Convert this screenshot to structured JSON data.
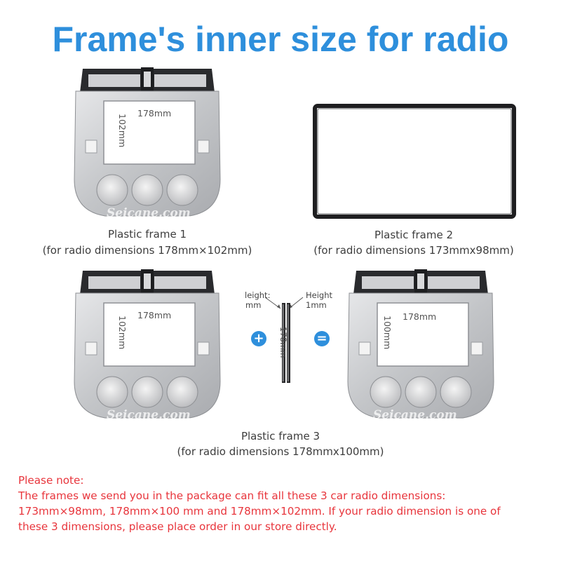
{
  "title": "Frame's inner size for radio",
  "frames": [
    {
      "name": "Plastic frame  1",
      "dims": "(for radio dimensions 178mm×102mm)",
      "width_label": "178mm",
      "height_label": "102mm",
      "watermark": "Seicane.com"
    },
    {
      "name": "Plastic frame  2",
      "dims": "(for radio dimensions 173mmx98mm)"
    },
    {
      "name": "Plastic frame  3",
      "dims": "(for radio dimensions 178mmx100mm)",
      "left_frame": {
        "width_label": "178mm",
        "height_label": "102mm",
        "watermark": "Seicane.com"
      },
      "right_frame": {
        "width_label": "178mm",
        "height_label": "100mm",
        "watermark": "Seicane.com"
      },
      "plus_symbol": "+",
      "equals_symbol": "=",
      "strip": {
        "left_label_line1": "leight:",
        "left_label_line2": "mm",
        "right_label_line1": "Height",
        "right_label_line2": "1mm",
        "length_label": "178mm"
      }
    }
  ],
  "note": {
    "heading": "Please note:",
    "lines": [
      "The frames we send you in the package can fit all these 3 car radio dimensions:",
      "173mm×98mm,  178mm×100 mm and  178mm×102mm. If your radio dimension is one of",
      "these 3 dimensions, please place order in our store directly."
    ]
  },
  "colors": {
    "title": "#2e8fdc",
    "note": "#e8353c",
    "frame_silver": "#c8cacd",
    "frame_dark": "#1e1e20",
    "button_blue": "#2e8fdc"
  }
}
